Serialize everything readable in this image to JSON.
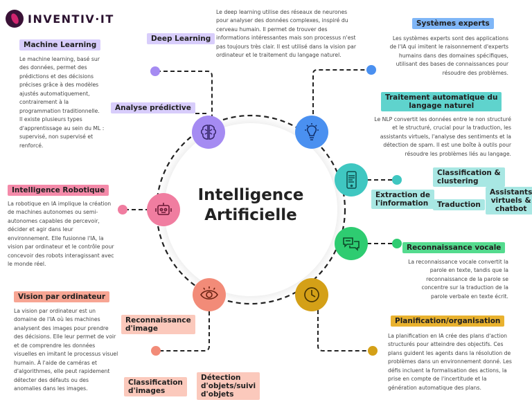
{
  "brand": {
    "name": "INVENTIV·IT"
  },
  "center": {
    "title_line1": "Intelligence",
    "title_line2": "Artificielle"
  },
  "colors": {
    "purple": "#a58bf2",
    "blue": "#4a90f0",
    "teal": "#3fc7c1",
    "green": "#2ecc71",
    "gold": "#d4a017",
    "orange": "#f28b78",
    "pink": "#f07da0",
    "label_purple": "#d8cdfb",
    "label_blue": "#7fb6f7",
    "label_teal": "#5fd3cd",
    "label_teal_light": "#a8e7e3",
    "label_green": "#54db8e",
    "label_gold": "#e9b22f",
    "label_orange": "#f7a593",
    "label_orange_light": "#fbc9bc",
    "label_pink": "#f48aa9"
  },
  "icons": {
    "deep_learning": "brain-icon",
    "expert_systems": "lightbulb-icon",
    "nlp": "nlp-phone-icon",
    "speech": "chat-bubbles-icon",
    "planning": "clock-icon",
    "vision": "eye-icon",
    "robotics": "robot-icon"
  },
  "labels": {
    "machine_learning": "Machine Learning",
    "deep_learning": "Deep Learning",
    "analyse_predictive": "Analyse prédictive",
    "systemes_experts": "Systèmes experts",
    "nlp_line1": "Traitement automatique du",
    "nlp_line2": "langage naturel",
    "intelligence_robotique": "Intelligence Robotique",
    "extraction_line1": "Extraction de",
    "extraction_line2": "l'information",
    "classification_line1": "Classification &",
    "classification_line2": "clustering",
    "traduction": "Traduction",
    "assistants_line1": "Assistants",
    "assistants_line2": "virtuels &",
    "assistants_line3": "chatbot",
    "reconnaissance_vocale": "Reconnaissance vocale",
    "vision_par_ordinateur": "Vision par ordinateur",
    "reconnaissance_image_line1": "Reconnaissance",
    "reconnaissance_image_line2": "d'image",
    "classification_images_line1": "Classification",
    "classification_images_line2": "d'images",
    "detection_line1": "Détection",
    "detection_line2": "d'objets/suivi",
    "detection_line3": "d'objets",
    "planification": "Planification/organisation"
  },
  "texts": {
    "machine_learning": [
      "Le machine learning, basé sur",
      "des données, permet des",
      "prédictions et des décisions",
      "précises grâce à des modèles",
      "ajustés automatiquement,",
      "contrairement à la",
      "programmation traditionnelle.",
      "Il existe plusieurs types",
      "d'apprentissage au sein du ML :",
      "supervisé, non supervisé et",
      "renforcé."
    ],
    "deep_learning": [
      "Le deep learning utilise des réseaux de neurones",
      "pour analyser des données complexes, inspiré du",
      "cerveau humain. Il permet de trouver des",
      "informations intéressantes mais son processus n'est",
      "pas toujours très clair. Il est utilisé dans la vision par",
      "ordinateur et le traitement du langage naturel."
    ],
    "systemes_experts": [
      "Les systèmes experts sont des applications",
      "de l'IA qui imitent le raisonnement d'experts",
      "humains dans des domaines spécifiques,",
      "utilisant des bases de connaissances pour",
      "résoudre des problèmes."
    ],
    "nlp": [
      "Le NLP convertit les données entre le non structuré",
      "et le structuré, crucial pour la traduction, les",
      "assistants virtuels, l'analyse des sentiments et la",
      "détection de spam. Il est une boîte à outils pour",
      "résoudre les problèmes liés au langage."
    ],
    "robotique": [
      "La robotique en IA implique la création",
      "de machines autonomes ou semi-",
      "autonomes capables de percevoir,",
      "décider et agir dans leur",
      "environnement. Elle fusionne l'IA, la",
      "vision par ordinateur et le contrôle pour",
      "concevoir des robots interagissant avec",
      "le monde réel."
    ],
    "vocale": [
      "La reconnaissance vocale convertit la",
      "parole en texte, tandis que la",
      "reconnaissance de la parole se",
      "concentre sur la traduction de la",
      "parole verbale en texte écrit."
    ],
    "vision": [
      "La vision par ordinateur est un",
      "domaine de l'IA où les machines",
      "analysent des images pour prendre",
      "des décisions. Elle leur permet de voir",
      "et de comprendre les données",
      "visuelles en imitant le processus visuel",
      "humain. À l'aide de caméras et",
      "d'algorithmes, elle peut rapidement",
      "détecter des défauts ou des",
      "anomalies dans les images."
    ],
    "planification": [
      "La planification en IA crée des plans d'action",
      "structurés pour atteindre des objectifs. Ces",
      "plans guident les agents dans la résolution de",
      "problèmes dans un environnement donné. Les",
      "défis incluent la formalisation des actions, la",
      "prise en compte de l'incertitude et la",
      "génération automatique des plans."
    ]
  }
}
